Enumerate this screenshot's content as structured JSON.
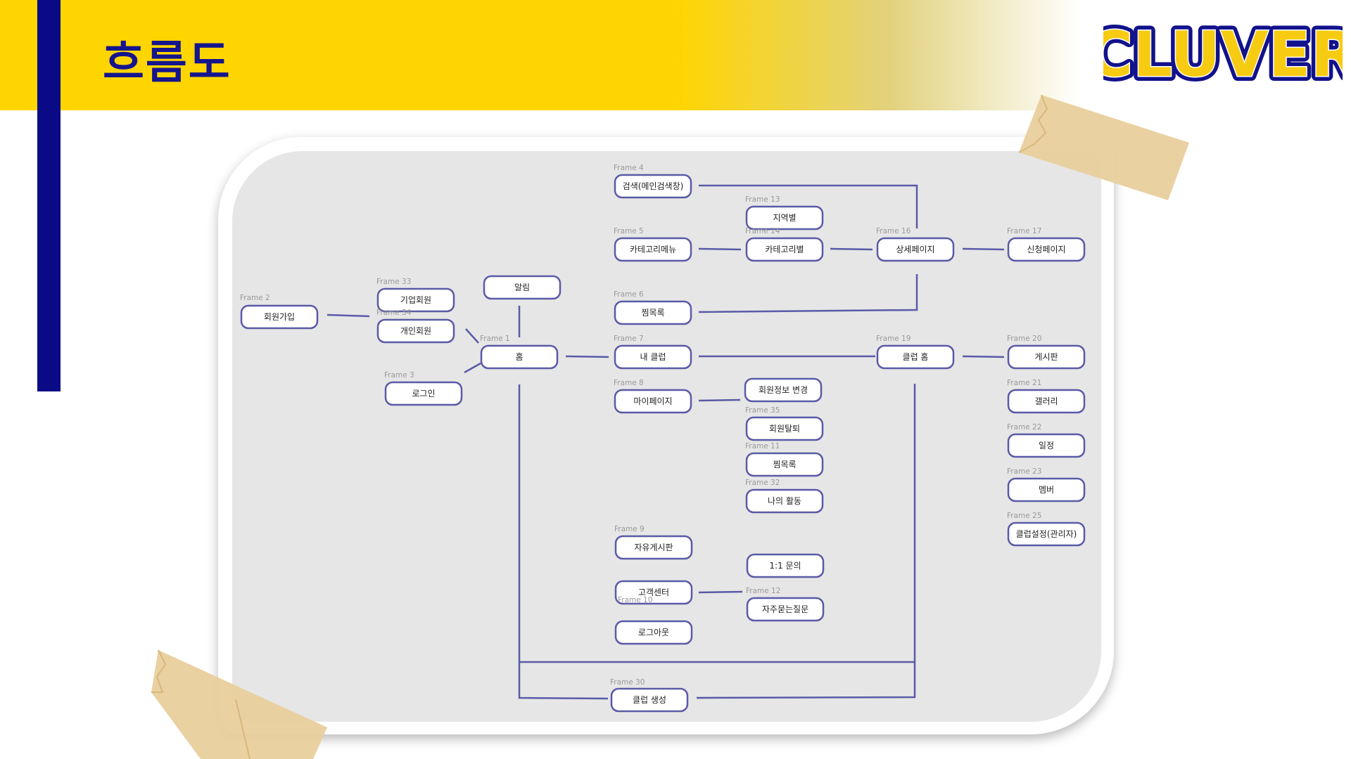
{
  "header": {
    "title": "흐름도",
    "brand": "CLUVER"
  },
  "colors": {
    "banner": "#FFD500",
    "accent_bar": "#0A0A86",
    "title": "#15158E",
    "node_border": "#5A5AA8",
    "edge": "#5A5AA8",
    "canvas": "#E6E6E6",
    "tape": "#E9CF9C"
  },
  "diagram": {
    "nodes": [
      {
        "id": "join",
        "frame": "Frame 2",
        "label": "회원가입"
      },
      {
        "id": "corp",
        "frame": "Frame 33",
        "label": "기업회원"
      },
      {
        "id": "personal",
        "frame": "Frame 34",
        "label": "개인회원"
      },
      {
        "id": "login",
        "frame": "Frame 3",
        "label": "로그인"
      },
      {
        "id": "alarm",
        "frame": "",
        "label": "알림"
      },
      {
        "id": "home",
        "frame": "Frame 1",
        "label": "홈"
      },
      {
        "id": "search",
        "frame": "Frame 4",
        "label": "검색(메인검색창)"
      },
      {
        "id": "catmenu",
        "frame": "Frame 5",
        "label": "카테고리메뉴"
      },
      {
        "id": "region",
        "frame": "Frame 13",
        "label": "지역별"
      },
      {
        "id": "bycat",
        "frame": "Frame 14",
        "label": "카테고리별"
      },
      {
        "id": "wish",
        "frame": "Frame 6",
        "label": "찜목록"
      },
      {
        "id": "detail",
        "frame": "Frame 16",
        "label": "상세페이지"
      },
      {
        "id": "apply",
        "frame": "Frame 17",
        "label": "신청페이지"
      },
      {
        "id": "myclub",
        "frame": "Frame 7",
        "label": "내 클럽"
      },
      {
        "id": "clubhome",
        "frame": "Frame 19",
        "label": "클럽 홈"
      },
      {
        "id": "board",
        "frame": "Frame 20",
        "label": "게시판"
      },
      {
        "id": "gallery",
        "frame": "Frame 21",
        "label": "갤러리"
      },
      {
        "id": "schedule",
        "frame": "Frame 22",
        "label": "일정"
      },
      {
        "id": "member",
        "frame": "Frame 23",
        "label": "멤버"
      },
      {
        "id": "clubsetting",
        "frame": "Frame 25",
        "label": "클럽설정(관리자)"
      },
      {
        "id": "mypage",
        "frame": "Frame 8",
        "label": "마이페이지"
      },
      {
        "id": "edit",
        "frame": "",
        "label": "회원정보 변경"
      },
      {
        "id": "withdraw",
        "frame": "Frame 35",
        "label": "회원탈퇴"
      },
      {
        "id": "wish2",
        "frame": "Frame 11",
        "label": "찜목록"
      },
      {
        "id": "activity",
        "frame": "Frame 32",
        "label": "나의 활동"
      },
      {
        "id": "freeboard",
        "frame": "Frame 9",
        "label": "자유게시판"
      },
      {
        "id": "cs",
        "frame": "Frame 10",
        "label": "고객센터"
      },
      {
        "id": "qna",
        "frame": "",
        "label": "1:1 문의"
      },
      {
        "id": "faq",
        "frame": "Frame 12",
        "label": "자주묻는질문"
      },
      {
        "id": "logout",
        "frame": "",
        "label": "로그아웃"
      },
      {
        "id": "create",
        "frame": "Frame 30",
        "label": "클럽 생성"
      }
    ]
  }
}
